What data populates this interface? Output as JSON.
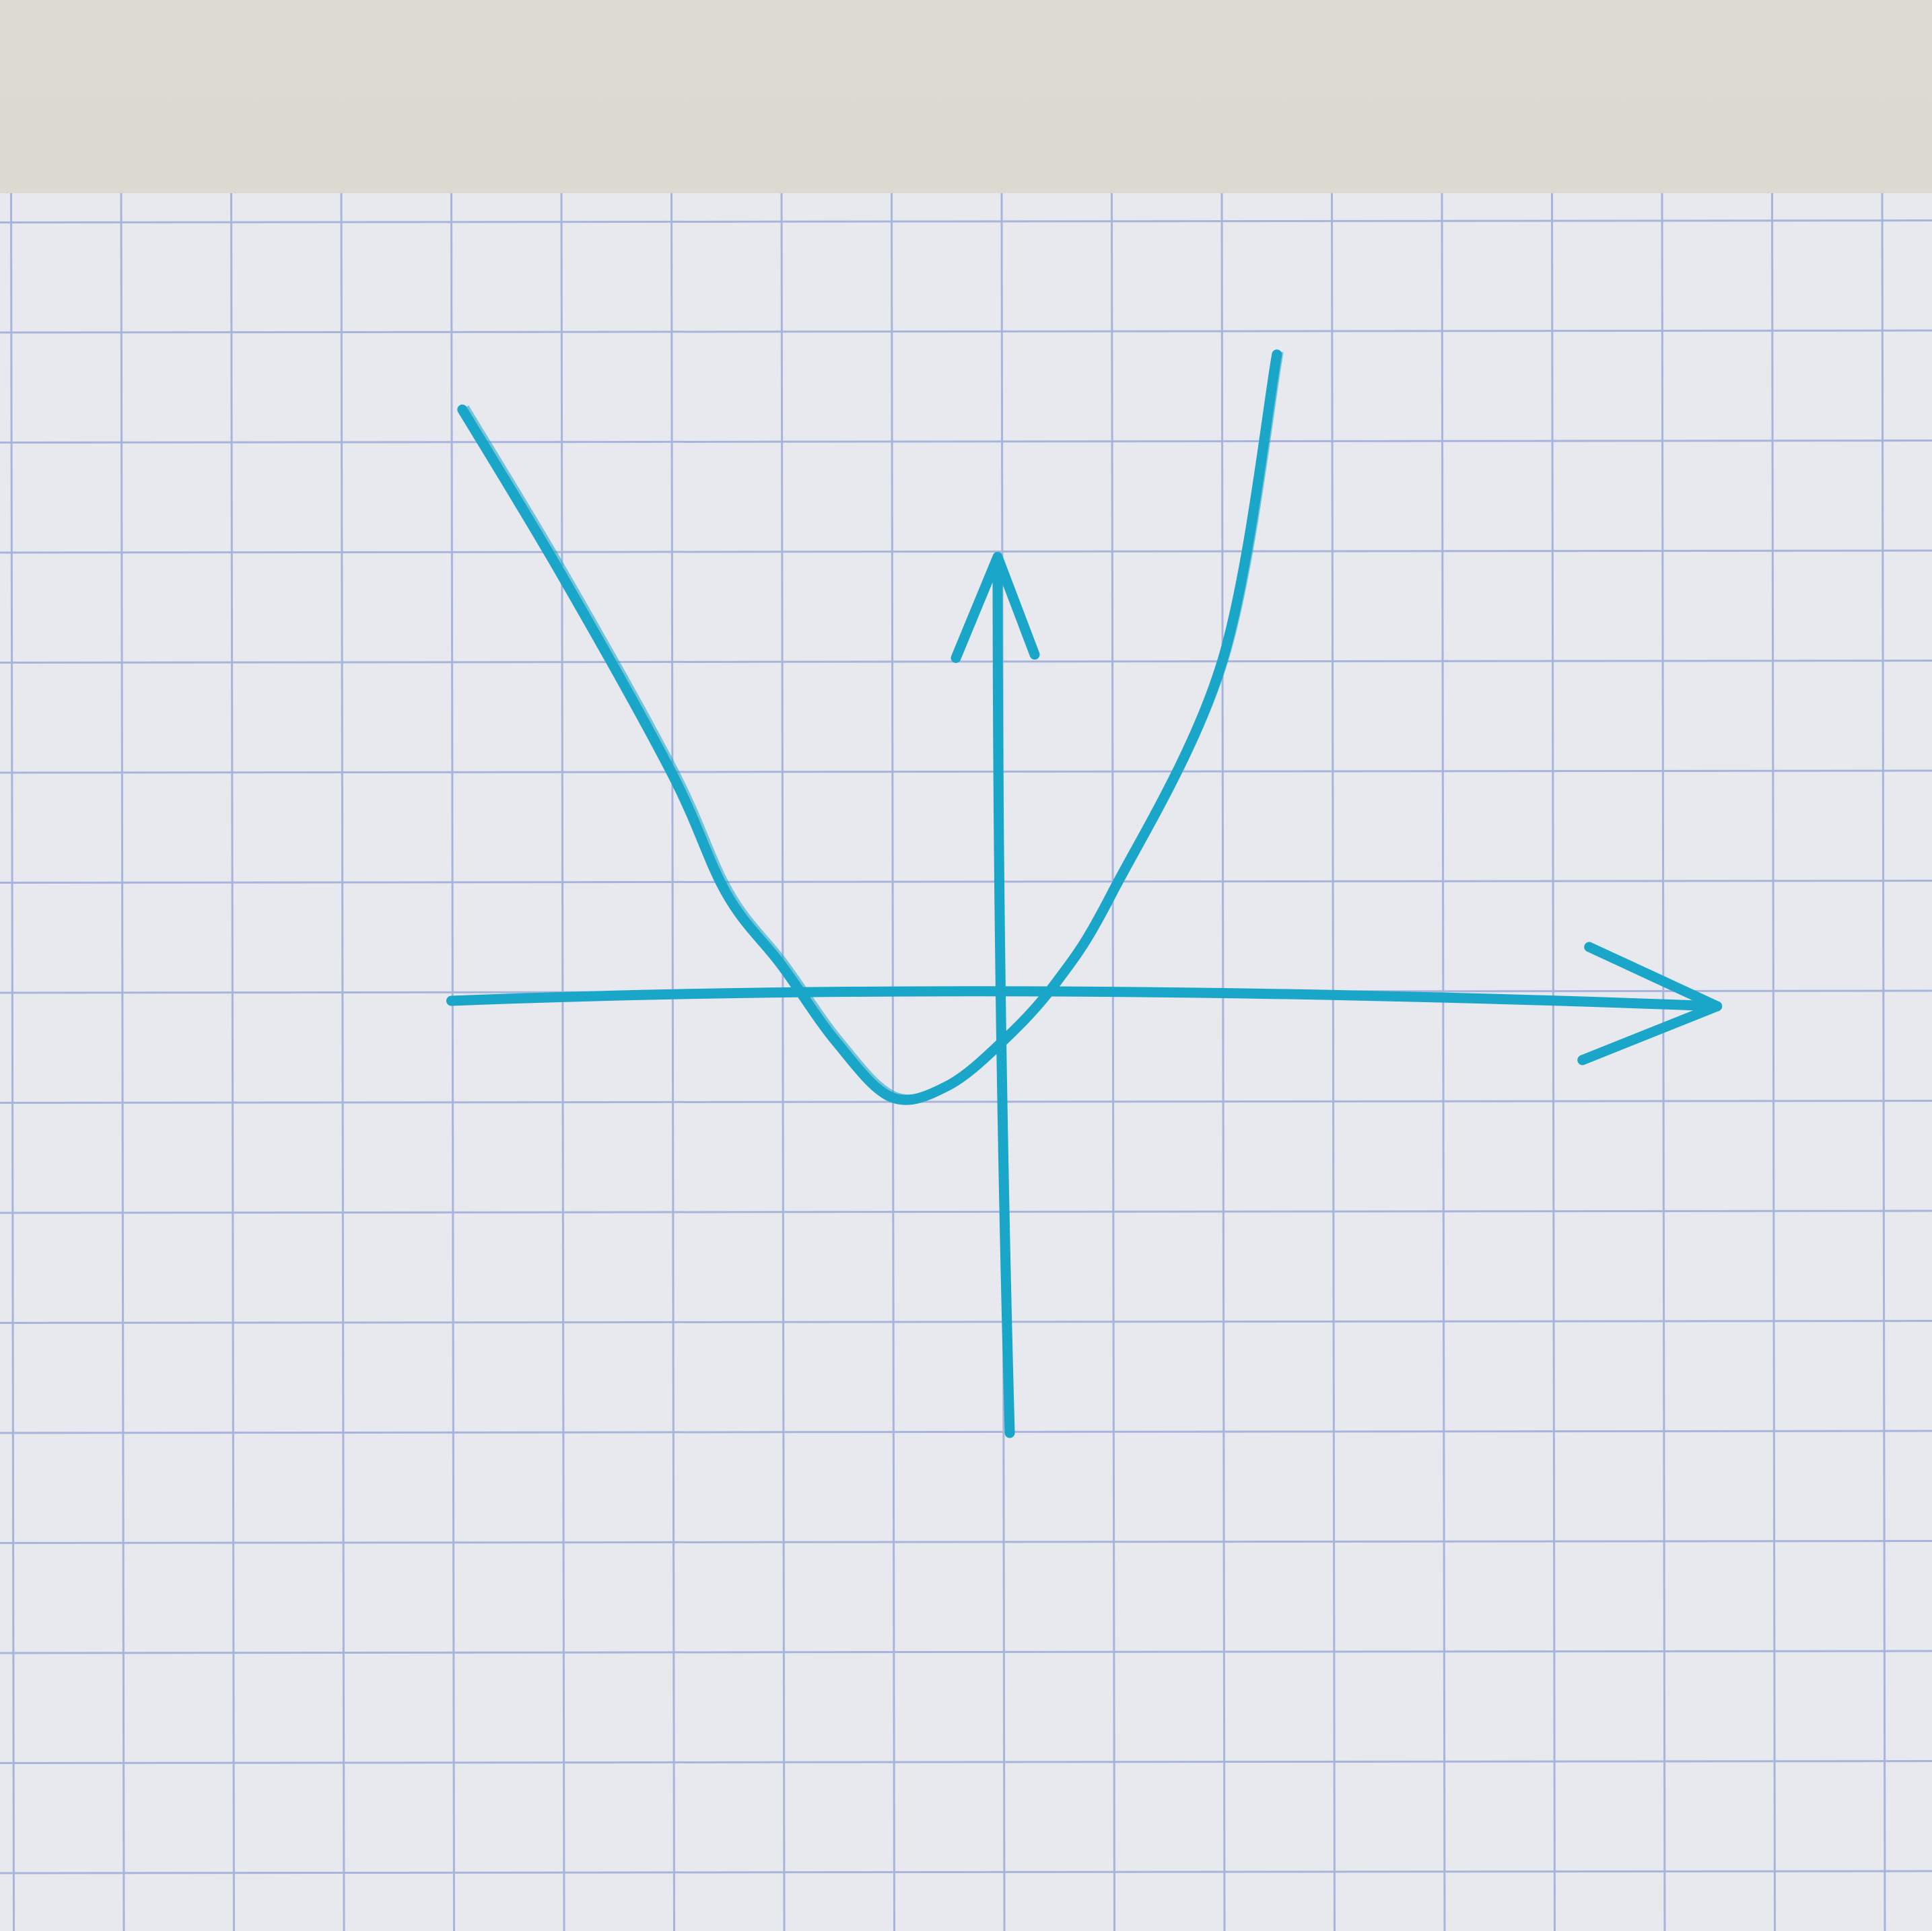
{
  "colors": {
    "background_top": "#dcdbd2",
    "background_bottom": "#cfcec4",
    "paper": "#e7e9ef",
    "grid_line": "#a7b4dc",
    "ink": "#1aa6c8"
  },
  "paper": {
    "style": "squared graph paper"
  },
  "chart_data": {
    "type": "line",
    "title": "",
    "xlabel": "",
    "ylabel": "",
    "grid": true,
    "legend": "none",
    "axes": {
      "x_arrow": true,
      "y_arrow": true,
      "xlim": [
        -5,
        6.5
      ],
      "ylim": [
        -4,
        5
      ]
    },
    "series": [
      {
        "function": "quadratic",
        "x": [
          -4.9,
          -4,
          -3,
          -2.5,
          -2,
          -1.5,
          -1,
          -0.5,
          0,
          0.5,
          1,
          2,
          2.5
        ],
        "y": [
          5.3,
          3.8,
          2.0,
          0.9,
          0.25,
          -0.45,
          -0.95,
          -0.85,
          -0.45,
          0.1,
          0.9,
          3.0,
          5.8
        ]
      }
    ]
  }
}
